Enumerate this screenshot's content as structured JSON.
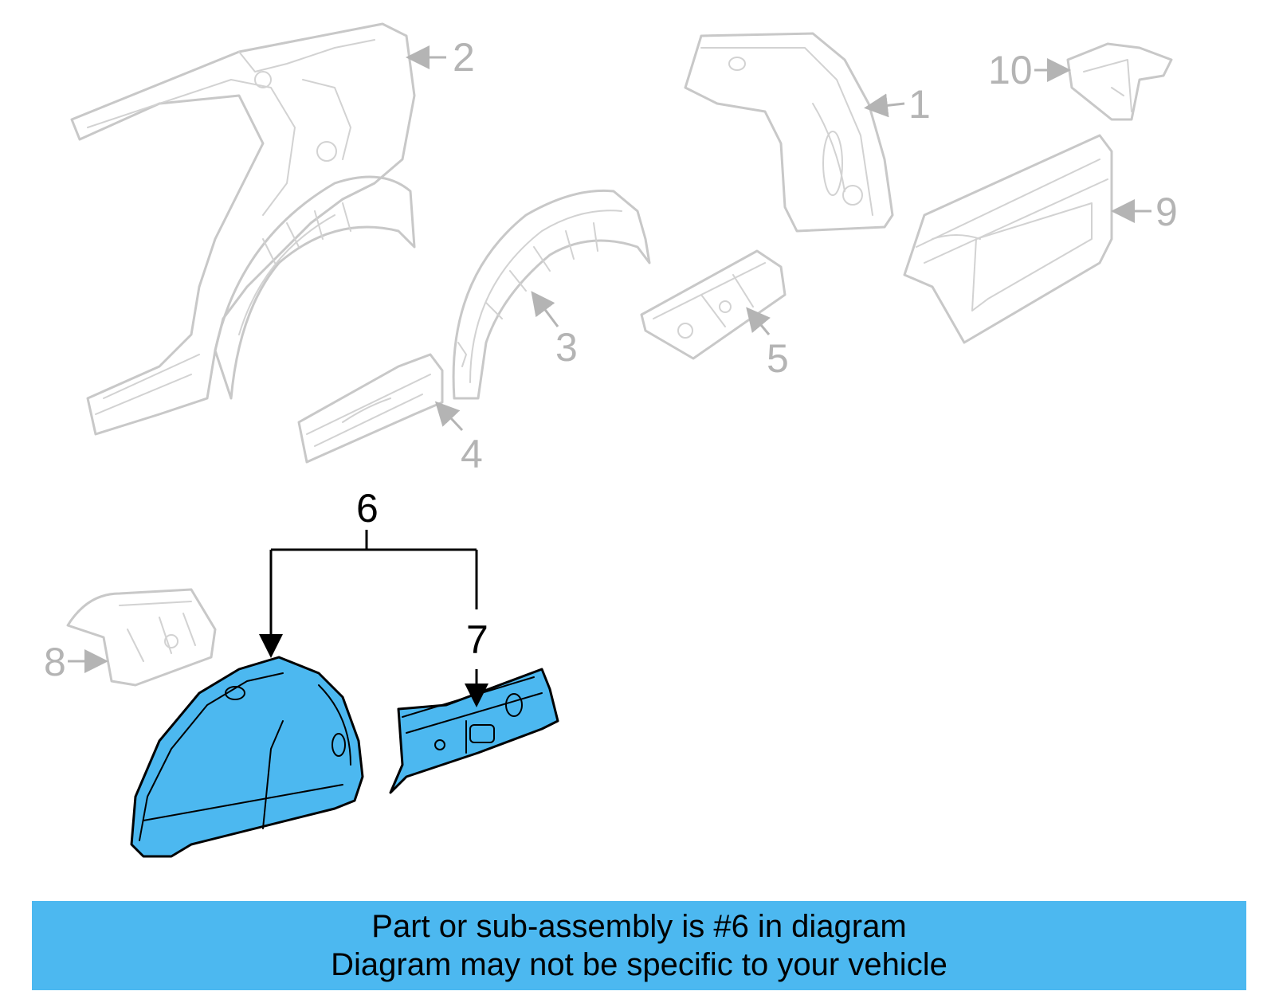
{
  "diagram": {
    "callouts": [
      "1",
      "2",
      "3",
      "4",
      "5",
      "6",
      "7",
      "8",
      "9",
      "10"
    ],
    "highlight_color": "#4cb8f0",
    "ghost_color": "#c8c8c8"
  },
  "banner": {
    "line1": "Part or sub-assembly is #6 in diagram",
    "line2": "Diagram may not be specific to your vehicle"
  }
}
